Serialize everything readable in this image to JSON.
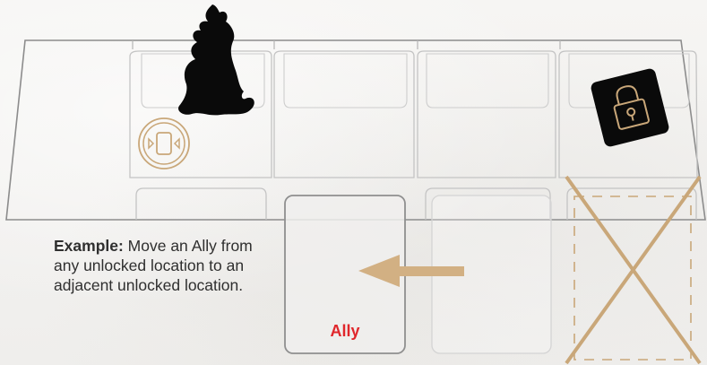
{
  "example": {
    "lead": "Example:",
    "text": " Move an Ally from any unlocked location to an adjacent unlocked location."
  },
  "card": {
    "label": "Ally"
  },
  "icons": {
    "villain": "villain-silhouette-icon",
    "action": "move-ally-action-icon",
    "lock": "padlock-icon",
    "arrow": "left-arrow-icon",
    "cross": "cross-out-icon"
  },
  "colors": {
    "gold": "#c9a779",
    "cross": "#c9a779",
    "label": "#e0262b",
    "silhouette": "#0a0a0a",
    "lock_tile": "#0a0a0a"
  }
}
